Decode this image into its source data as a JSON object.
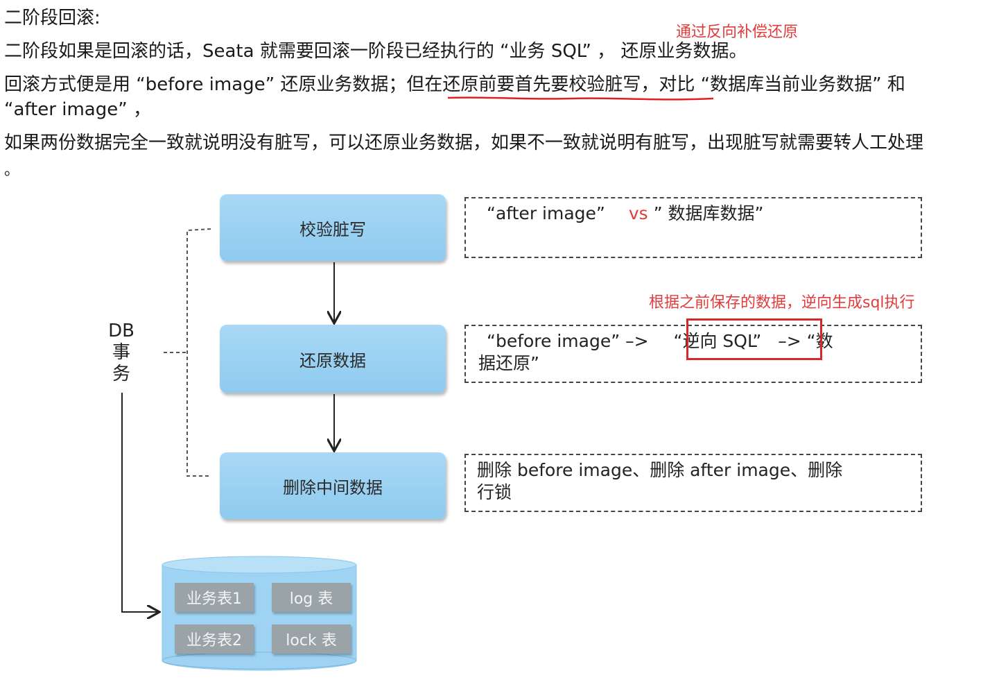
{
  "annotations": {
    "top_note": "通过反向补偿还原",
    "reverse_sql_note": "根据之前保存的数据，逆向生成sql执行"
  },
  "text": {
    "heading": "二阶段回滚:",
    "line1": "二阶段如果是回滚的话，Seata 就需要回滚一阶段已经执行的 “业务 SQL” ， 还原业务数据。",
    "line2_a": "回滚方式便是用 “before image” 还原业务数据；",
    "line2_b": "但在还原前要首先要校验脏写，",
    "line2_c": "对比 “数据库当前业务数据” 和",
    "line3": "“after image” ，",
    "line4": "如果两份数据完全一致就说明没有脏写，可以还原业务数据，如果不一致就说明有脏写，出现脏写就需要转人工处理",
    "line5": "。"
  },
  "diagram": {
    "db_label": "DB事务",
    "db_label_line1": "DB",
    "db_label_line2": "事",
    "db_label_line3": "务",
    "steps": [
      "校验脏写",
      "还原数据",
      "删除中间数据"
    ],
    "box1": {
      "part1": "“after  image”",
      "vs": "vs",
      "part2": "” 数据库数据”"
    },
    "box2": {
      "part1": "“before image” –>",
      "reverse_sql": "“逆向 SQL”",
      "part2": "–>  “数",
      "line2": "据还原”"
    },
    "box3": {
      "line1": "删除 before image、删除 after image、删除",
      "line2": "行锁"
    },
    "tables": [
      "业务表1",
      "log 表",
      "业务表2",
      "lock 表"
    ]
  },
  "colors": {
    "accent_red": "#e23b3b",
    "step_blue": "#9fd3f3",
    "table_gray": "#9aa3a8"
  }
}
